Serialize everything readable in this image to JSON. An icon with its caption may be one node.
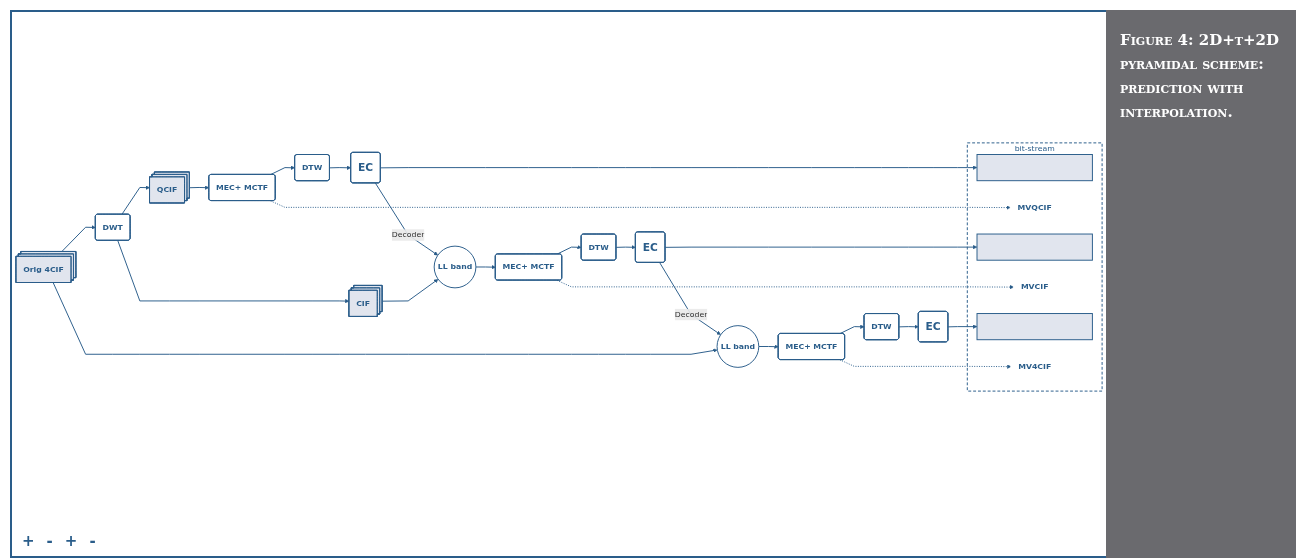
{
  "diagram": {
    "caption": "Figure 4: 2D+t+2D pyramidal scheme: prediction with interpolation.",
    "nodes": [
      {
        "text": [
          "DWT"
        ]
      },
      {
        "text": [
          "QCIF"
        ]
      },
      {
        "text": [
          "CIF"
        ]
      },
      {
        "text": [
          "Orig 4CIF"
        ]
      },
      {
        "text": [
          "MEC+ MCTF"
        ]
      },
      {
        "text": [
          "DTW"
        ]
      },
      {
        "text": [
          "EC"
        ]
      },
      {
        "text": [
          "LL band"
        ]
      },
      {
        "text": [
          "MEC+ MCTF"
        ]
      },
      {
        "text": [
          "DTW"
        ]
      },
      {
        "text": [
          "EC"
        ]
      },
      {
        "text": [
          "LL band"
        ]
      },
      {
        "text": [
          "MEC+ MCTF"
        ]
      },
      {
        "text": [
          "DTW"
        ]
      },
      {
        "text": [
          "EC"
        ]
      },
      {
        "text": [
          "bit-stream"
        ]
      },
      {
        "text": [],
        "shape": "bar",
        "in": 15
      },
      {
        "text": [
          "MVQCIF"
        ],
        "in": 15
      },
      {
        "text": [],
        "shape": "bar",
        "in": 15
      },
      {
        "text": [
          "MVCIF"
        ],
        "in": 15
      },
      {
        "text": [],
        "shape": "bar",
        "in": 15
      },
      {
        "text": [
          "MV4CIF"
        ],
        "in": 15
      }
    ],
    "edges": [
      {
        "from": 3,
        "to": 0,
        "arrow": "to"
      },
      {
        "from": 0,
        "to": 1,
        "arrow": "to"
      },
      {
        "from": 0,
        "to": 2,
        "arrow": "to"
      },
      {
        "from": 1,
        "to": 4,
        "arrow": "to"
      },
      {
        "from": 4,
        "to": 5,
        "arrow": "to"
      },
      {
        "from": 5,
        "to": 6,
        "arrow": "to"
      },
      {
        "from": 6,
        "to": 16,
        "arrow": "to"
      },
      {
        "from": 6,
        "to": 7,
        "arrow": "to",
        "label": "Decoder"
      },
      {
        "from": 2,
        "to": 7,
        "arrow": "to"
      },
      {
        "from": 7,
        "to": 8,
        "arrow": "to"
      },
      {
        "from": 8,
        "to": 9,
        "arrow": "to"
      },
      {
        "from": 9,
        "to": 10,
        "arrow": "to"
      },
      {
        "from": 10,
        "to": 18,
        "arrow": "to"
      },
      {
        "from": 10,
        "to": 11,
        "arrow": "to",
        "label": "Decoder"
      },
      {
        "from": 3,
        "to": 11,
        "arrow": "to"
      },
      {
        "from": 11,
        "to": 12,
        "arrow": "to"
      },
      {
        "from": 12,
        "to": 13,
        "arrow": "to"
      },
      {
        "from": 13,
        "to": 14,
        "arrow": "to"
      },
      {
        "from": 14,
        "to": 20,
        "arrow": "to"
      },
      {
        "from": 4,
        "to": 17,
        "arrow": "to",
        "style": "dashed"
      },
      {
        "from": 8,
        "to": 19,
        "arrow": "to",
        "style": "dashed"
      },
      {
        "from": 12,
        "to": 21,
        "arrow": "to",
        "style": "dashed"
      }
    ],
    "labels": [
      "+",
      "-",
      "+",
      "-"
    ]
  }
}
